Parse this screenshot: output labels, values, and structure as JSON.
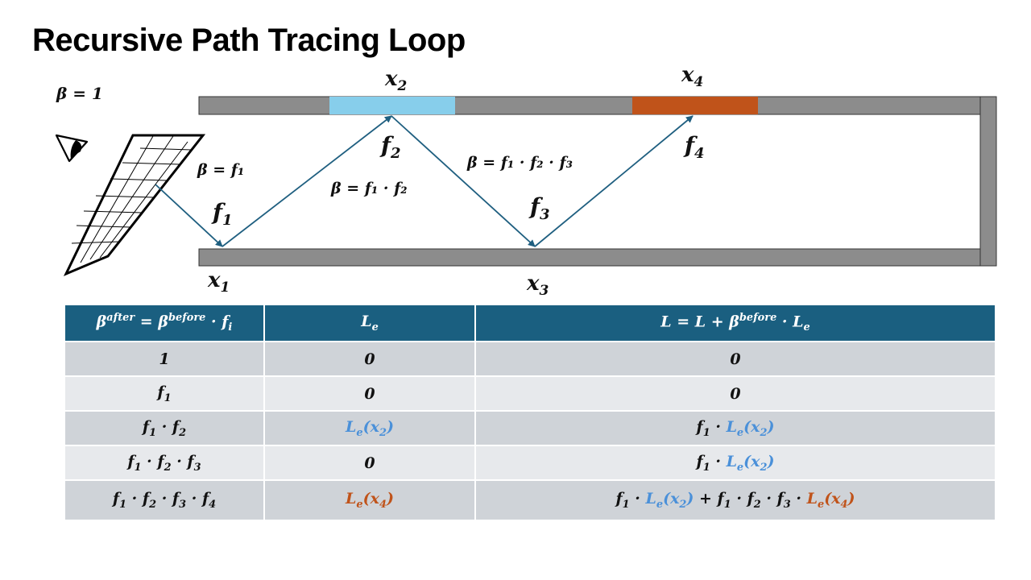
{
  "title": "Recursive Path Tracing Loop",
  "colors": {
    "wall": "#8c8c8c",
    "light_x2": "#87ceeb",
    "light_x4": "#c0531a",
    "ray": "#1f5f80",
    "header_bg": "#1a5f80",
    "blue_term": "#4a90d9",
    "orange_term": "#c0531a"
  },
  "icons": [
    "eye-icon",
    "image-plane-grid"
  ],
  "diagram": {
    "beta_initial": "β = 1",
    "points": {
      "x1": {
        "base": "x",
        "sub": "1"
      },
      "x2": {
        "base": "x",
        "sub": "2"
      },
      "x3": {
        "base": "x",
        "sub": "3"
      },
      "x4": {
        "base": "x",
        "sub": "4"
      }
    },
    "brdfs": {
      "f1": {
        "base": "f",
        "sub": "1"
      },
      "f2": {
        "base": "f",
        "sub": "2"
      },
      "f3": {
        "base": "f",
        "sub": "3"
      },
      "f4": {
        "base": "f",
        "sub": "4"
      }
    },
    "beta_labels": {
      "b1": "β = f₁",
      "b2": "β = f₁ · f₂",
      "b3": "β = f₁ · f₂ · f₃"
    }
  },
  "table": {
    "headers": [
      "βafter = βbefore · fi",
      "Le",
      "L = L + βbefore · Le"
    ],
    "rows": [
      [
        "1",
        "0",
        "0"
      ],
      [
        "f1",
        "0",
        "0"
      ],
      [
        "f1 · f2",
        "Le(x2)",
        "f1 · Le(x2)"
      ],
      [
        "f1 · f2 · f3",
        "0",
        "f1 · Le(x2)"
      ],
      [
        "f1 · f2 · f3 · f4",
        "Le(x4)",
        "f1 · Le(x2) + f1 · f2 · f3 · Le(x4)"
      ]
    ]
  }
}
